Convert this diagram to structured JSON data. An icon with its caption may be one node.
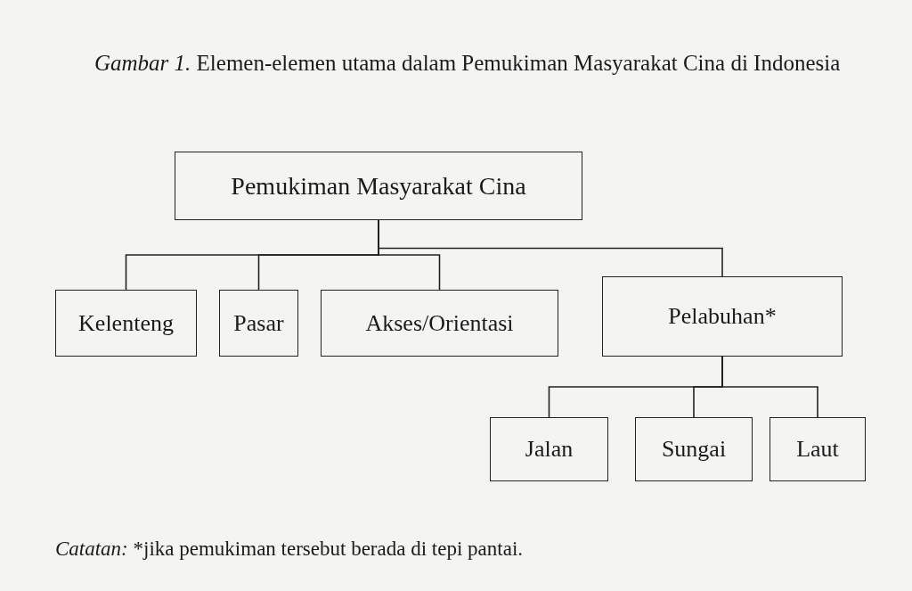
{
  "diagram": {
    "title": "*Gambar 1.* Elemen-elemen utama dalam Pemukiman Masyarakat Cina di Indonesia",
    "caption": "*Catatan:* *jika pemukiman tersebut berada di tepi pantai.",
    "nodes": [
      {
        "text": [
          "Pemukiman Masyarakat Cina"
        ]
      },
      {
        "text": [
          "Kelenteng"
        ]
      },
      {
        "text": [
          "Pasar"
        ]
      },
      {
        "text": [
          "Akses/Orientasi"
        ]
      },
      {
        "text": [
          "Pelabuhan*"
        ]
      },
      {
        "text": [
          "Jalan"
        ]
      },
      {
        "text": [
          "Sungai"
        ]
      },
      {
        "text": [
          "Laut"
        ]
      }
    ],
    "edges": [
      {
        "from": 0,
        "to": 1,
        "arrow": "none"
      },
      {
        "from": 0,
        "to": 2,
        "arrow": "none"
      },
      {
        "from": 0,
        "to": 3,
        "arrow": "none"
      },
      {
        "from": 0,
        "to": 4,
        "arrow": "none"
      },
      {
        "from": 4,
        "to": 5,
        "arrow": "none"
      },
      {
        "from": 4,
        "to": 6,
        "arrow": "none"
      },
      {
        "from": 4,
        "to": 7,
        "arrow": "none"
      }
    ]
  }
}
